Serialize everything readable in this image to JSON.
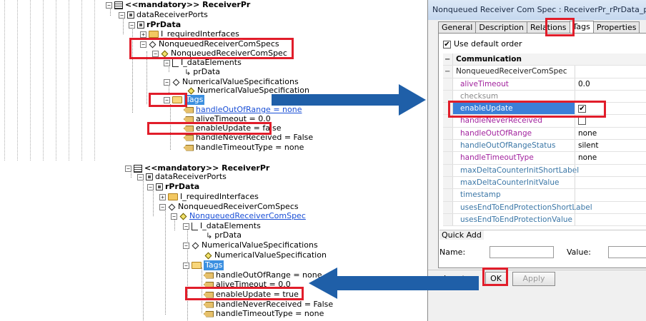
{
  "tree_top": {
    "root": "<<mandatory>> ReceiverPr",
    "ports": "dataReceiverPorts",
    "rport": "rPrData",
    "required": "I_requiredInterfaces",
    "specs": "NonqueuedReceiverComSpecs",
    "spec": "NonqueuedReceiverComSpec",
    "data_elements": "I_dataElements",
    "pr_data": "prData",
    "num_specs": "NumericalValueSpecifications",
    "num_spec": "NumericalValueSpecification",
    "tags": "Tags",
    "tag_items": [
      "handleOutOfRange = none",
      "aliveTimeout = 0.0",
      "enableUpdate = false",
      "handleNeverReceived = False",
      "handleTimeoutType = none"
    ]
  },
  "tree_bottom": {
    "root": "<<mandatory>> ReceiverPr",
    "ports": "dataReceiverPorts",
    "rport": "rPrData",
    "required": "I_requiredInterfaces",
    "specs": "NonqueuedReceiverComSpecs",
    "spec": "NonqueuedReceiverComSpec",
    "data_elements": "I_dataElements",
    "pr_data": "prData",
    "num_specs": "NumericalValueSpecifications",
    "num_spec": "NumericalValueSpecification",
    "tags": "Tags",
    "tag_items": [
      "handleOutOfRange = none",
      "aliveTimeout = 0.0",
      "enableUpdate = true",
      "handleNeverReceived = False",
      "handleTimeoutType = none"
    ]
  },
  "dialog": {
    "title": "Nonqueued Receiver Com Spec : ReceiverPr_rPrData_prData_ComSpec",
    "tabs": [
      "General",
      "Description",
      "Relations",
      "Tags",
      "Properties"
    ],
    "active_tab": "Tags",
    "use_default_order": "Use default order",
    "section": "Communication",
    "subsection": "NonqueuedReceiverComSpec",
    "properties": [
      {
        "name": "aliveTimeout",
        "value": "0.0",
        "color": "purple"
      },
      {
        "name": "checksum",
        "value": "",
        "color": "grey"
      },
      {
        "name": "enableUpdate",
        "value": "✔",
        "color": "purple",
        "checkbox": true
      },
      {
        "name": "handleNeverReceived",
        "value": "",
        "color": "purple",
        "checkbox": true
      },
      {
        "name": "handleOutOfRange",
        "value": "none",
        "color": "purple"
      },
      {
        "name": "handleOutOfRangeStatus",
        "value": "silent",
        "color": "teal"
      },
      {
        "name": "handleTimeoutType",
        "value": "none",
        "color": "purple"
      },
      {
        "name": "maxDeltaCounterInitShortLabel",
        "value": "",
        "color": "teal"
      },
      {
        "name": "maxDeltaCounterInitValue",
        "value": "",
        "color": "teal"
      },
      {
        "name": "timestamp",
        "value": "",
        "color": "teal"
      },
      {
        "name": "usesEndToEndProtectionShortLabel",
        "value": "",
        "color": "teal"
      },
      {
        "name": "usesEndToEndProtectionValue",
        "value": "",
        "color": "teal"
      }
    ],
    "quick_add": "Quick Add",
    "name_label": "Name:",
    "value_label": "Value:",
    "locate": "Locate",
    "ok": "OK",
    "apply": "Apply"
  },
  "colors": {
    "highlight_red": "#e11d2a",
    "arrow_blue": "#1f5fa8",
    "selection_blue": "#3b7fd8"
  }
}
